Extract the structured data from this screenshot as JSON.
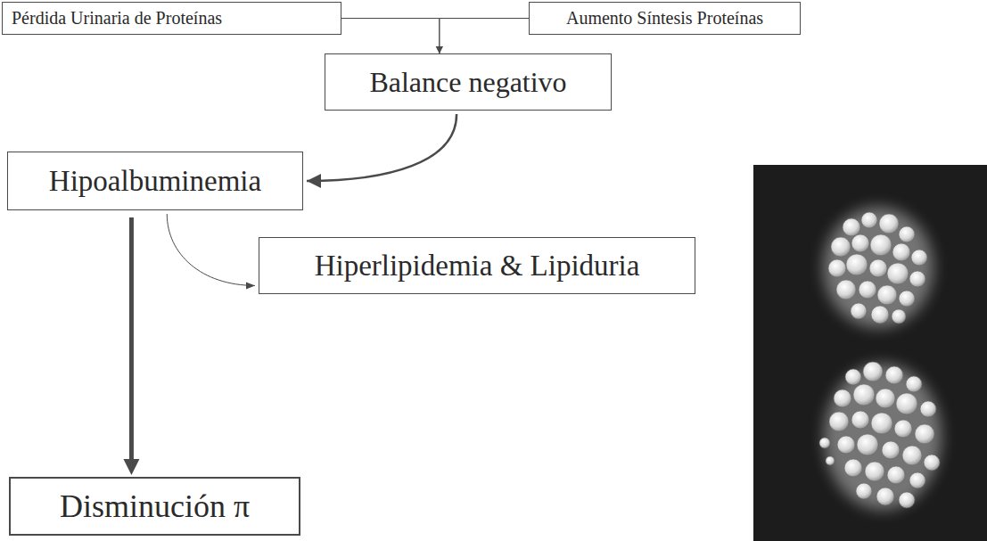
{
  "diagram": {
    "nodes": [
      {
        "text": [
          "Pérdida Urinaria de Proteínas"
        ]
      },
      {
        "text": [
          "Aumento Síntesis Proteínas"
        ]
      },
      {
        "text": [
          "Balance negativo"
        ]
      },
      {
        "text": [
          "Hipoalbuminemia"
        ]
      },
      {
        "text": [
          "Hiperlipidemia & Lipiduria"
        ]
      },
      {
        "text": [
          "Disminución π"
        ]
      }
    ],
    "edges": [
      {
        "from": 0,
        "to": 2,
        "arrow": "to"
      },
      {
        "from": 1,
        "to": 2,
        "arrow": "to"
      },
      {
        "from": 2,
        "to": 3,
        "arrow": "to"
      },
      {
        "from": 3,
        "to": 4,
        "arrow": "to"
      },
      {
        "from": 3,
        "to": 5,
        "arrow": "to"
      }
    ]
  }
}
